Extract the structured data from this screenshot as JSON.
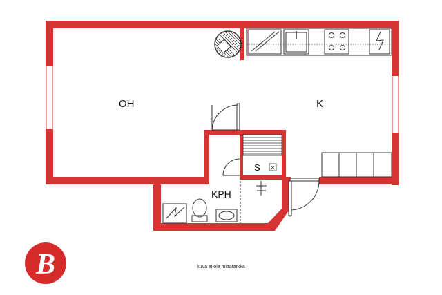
{
  "rooms": {
    "living": "OH",
    "kitchen": "K",
    "bathroom": "KPH",
    "sauna": "S"
  },
  "caption": "kuva ei ole mittatarkka",
  "logo": {
    "letter": "B",
    "color": "#d62b2b"
  },
  "colors": {
    "wall": "#d63333",
    "line": "#333333",
    "background": "#ffffff"
  }
}
